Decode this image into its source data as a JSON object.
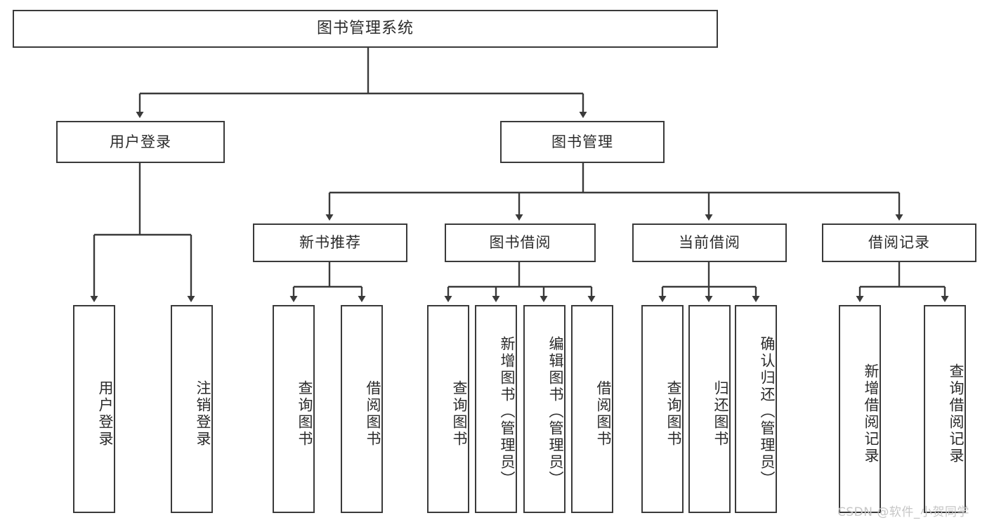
{
  "diagram": {
    "title": "图书管理系统",
    "type": "tree-hierarchy",
    "root": {
      "label": "图书管理系统"
    },
    "level2": [
      {
        "label": "用户登录"
      },
      {
        "label": "图书管理"
      }
    ],
    "level3": [
      {
        "label": "新书推荐"
      },
      {
        "label": "图书借阅"
      },
      {
        "label": "当前借阅"
      },
      {
        "label": "借阅记录"
      }
    ],
    "leaves": {
      "user_login": [
        {
          "label": "用户登录"
        },
        {
          "label": "注销登录"
        }
      ],
      "new_book_recommend": [
        {
          "label": "查询图书"
        },
        {
          "label": "借阅图书"
        }
      ],
      "book_borrow": [
        {
          "label": "查询图书"
        },
        {
          "label": "新增图书（管理员）"
        },
        {
          "label": "编辑图书（管理员）"
        },
        {
          "label": "借阅图书"
        }
      ],
      "current_borrow": [
        {
          "label": "查询图书"
        },
        {
          "label": "归还图书"
        },
        {
          "label": "确认归还（管理员）"
        }
      ],
      "borrow_record": [
        {
          "label": "新增借阅记录"
        },
        {
          "label": "查询借阅记录"
        }
      ]
    }
  },
  "watermark": {
    "text": "CSDN @软件_小贺同学"
  },
  "colors": {
    "stroke": "#3a3a3a",
    "background": "#ffffff",
    "text": "#2b2b2b",
    "watermark": "#c6c6c6"
  }
}
